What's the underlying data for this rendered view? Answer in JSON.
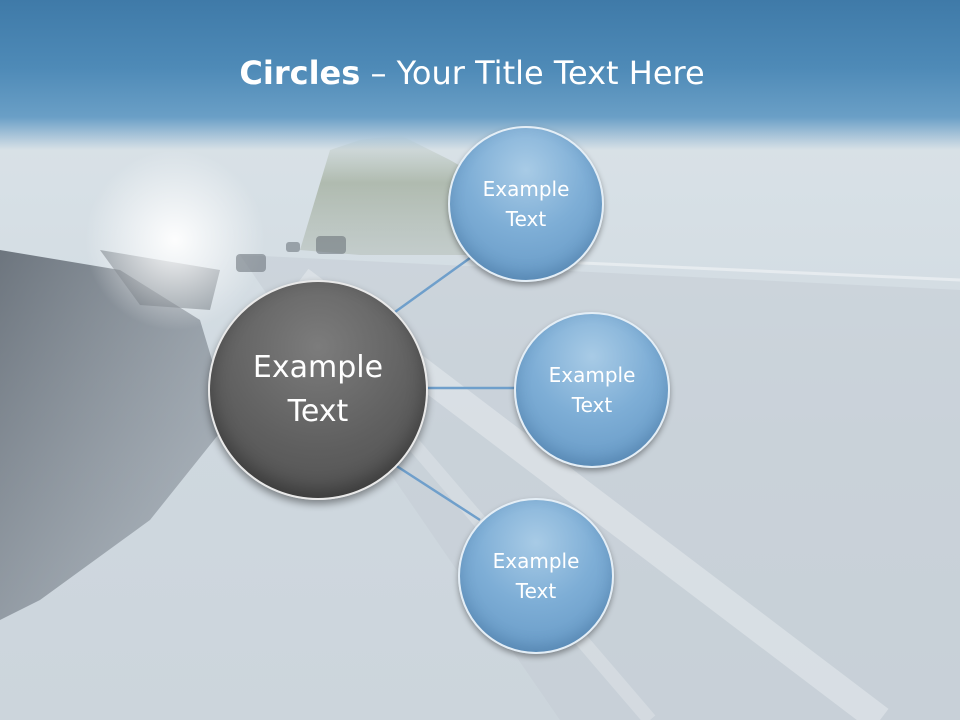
{
  "title": {
    "bold": "Circles",
    "dash": " – ",
    "rest": "Your Title Text Here"
  },
  "center": {
    "label_line1": "Example",
    "label_line2": "Text",
    "color": "#5f5f5f"
  },
  "satellites": [
    {
      "label_line1": "Example",
      "label_line2": "Text"
    },
    {
      "label_line1": "Example",
      "label_line2": "Text"
    },
    {
      "label_line1": "Example",
      "label_line2": "Text"
    }
  ],
  "colors": {
    "header": "#4e8ab7",
    "circle": "#7eaed6",
    "connector": "#6f9fcb"
  }
}
